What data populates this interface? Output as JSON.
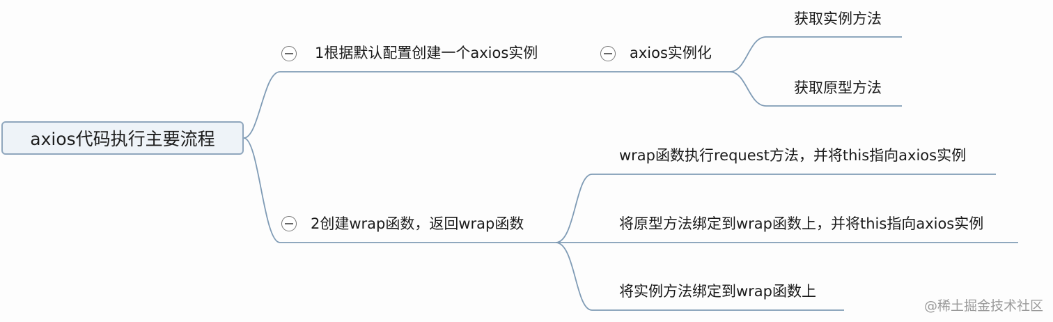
{
  "root": {
    "label": "axios代码执行主要流程"
  },
  "branch1": {
    "label": "1根据默认配置创建一个axios实例",
    "child": {
      "label": "axios实例化",
      "children": [
        "获取实例方法",
        "获取原型方法"
      ]
    }
  },
  "branch2": {
    "label": "2创建wrap函数，返回wrap函数",
    "children": [
      "wrap函数执行request方法，并将this指向axios实例",
      "将原型方法绑定到wrap函数上，并将this指向axios实例",
      "将实例方法绑定到wrap函数上"
    ]
  },
  "watermark": "@稀土掘金技术社区",
  "colors": {
    "line": "#7f9bb5",
    "root_border": "#8fa6bd",
    "root_fill": "#eef3f8"
  }
}
